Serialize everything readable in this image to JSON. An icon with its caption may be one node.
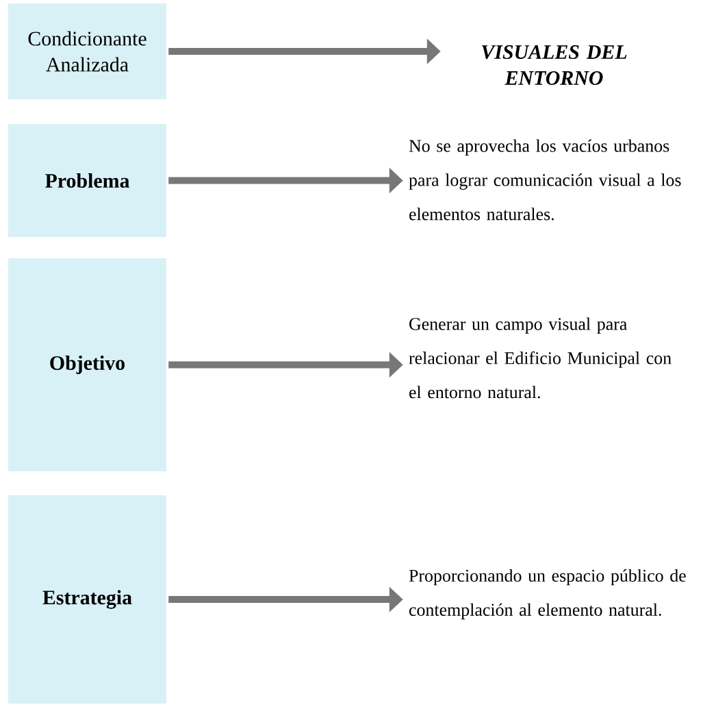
{
  "diagram": {
    "nodes": [
      {
        "text": [
          "Condicionante Analizada"
        ]
      },
      {
        "text": [
          "Problema"
        ]
      },
      {
        "text": [
          "Objetivo"
        ]
      },
      {
        "text": [
          "Estrategia"
        ]
      },
      {
        "text": [
          "VISUALES DEL ENTORNO"
        ]
      },
      {
        "text": [
          "No se aprovecha los vacíos urbanos para lograr comunicación visual a los elementos naturales."
        ]
      },
      {
        "text": [
          "Generar un campo visual para relacionar el Edificio Municipal con el entorno natural."
        ]
      },
      {
        "text": [
          "Proporcionando un espacio público de contemplación al elemento natural."
        ]
      }
    ],
    "edges": [
      {
        "from": 0,
        "to": 4,
        "arrow": "to"
      },
      {
        "from": 1,
        "to": 5,
        "arrow": "to"
      },
      {
        "from": 2,
        "to": 6,
        "arrow": "to"
      },
      {
        "from": 3,
        "to": 7,
        "arrow": "to"
      }
    ]
  }
}
